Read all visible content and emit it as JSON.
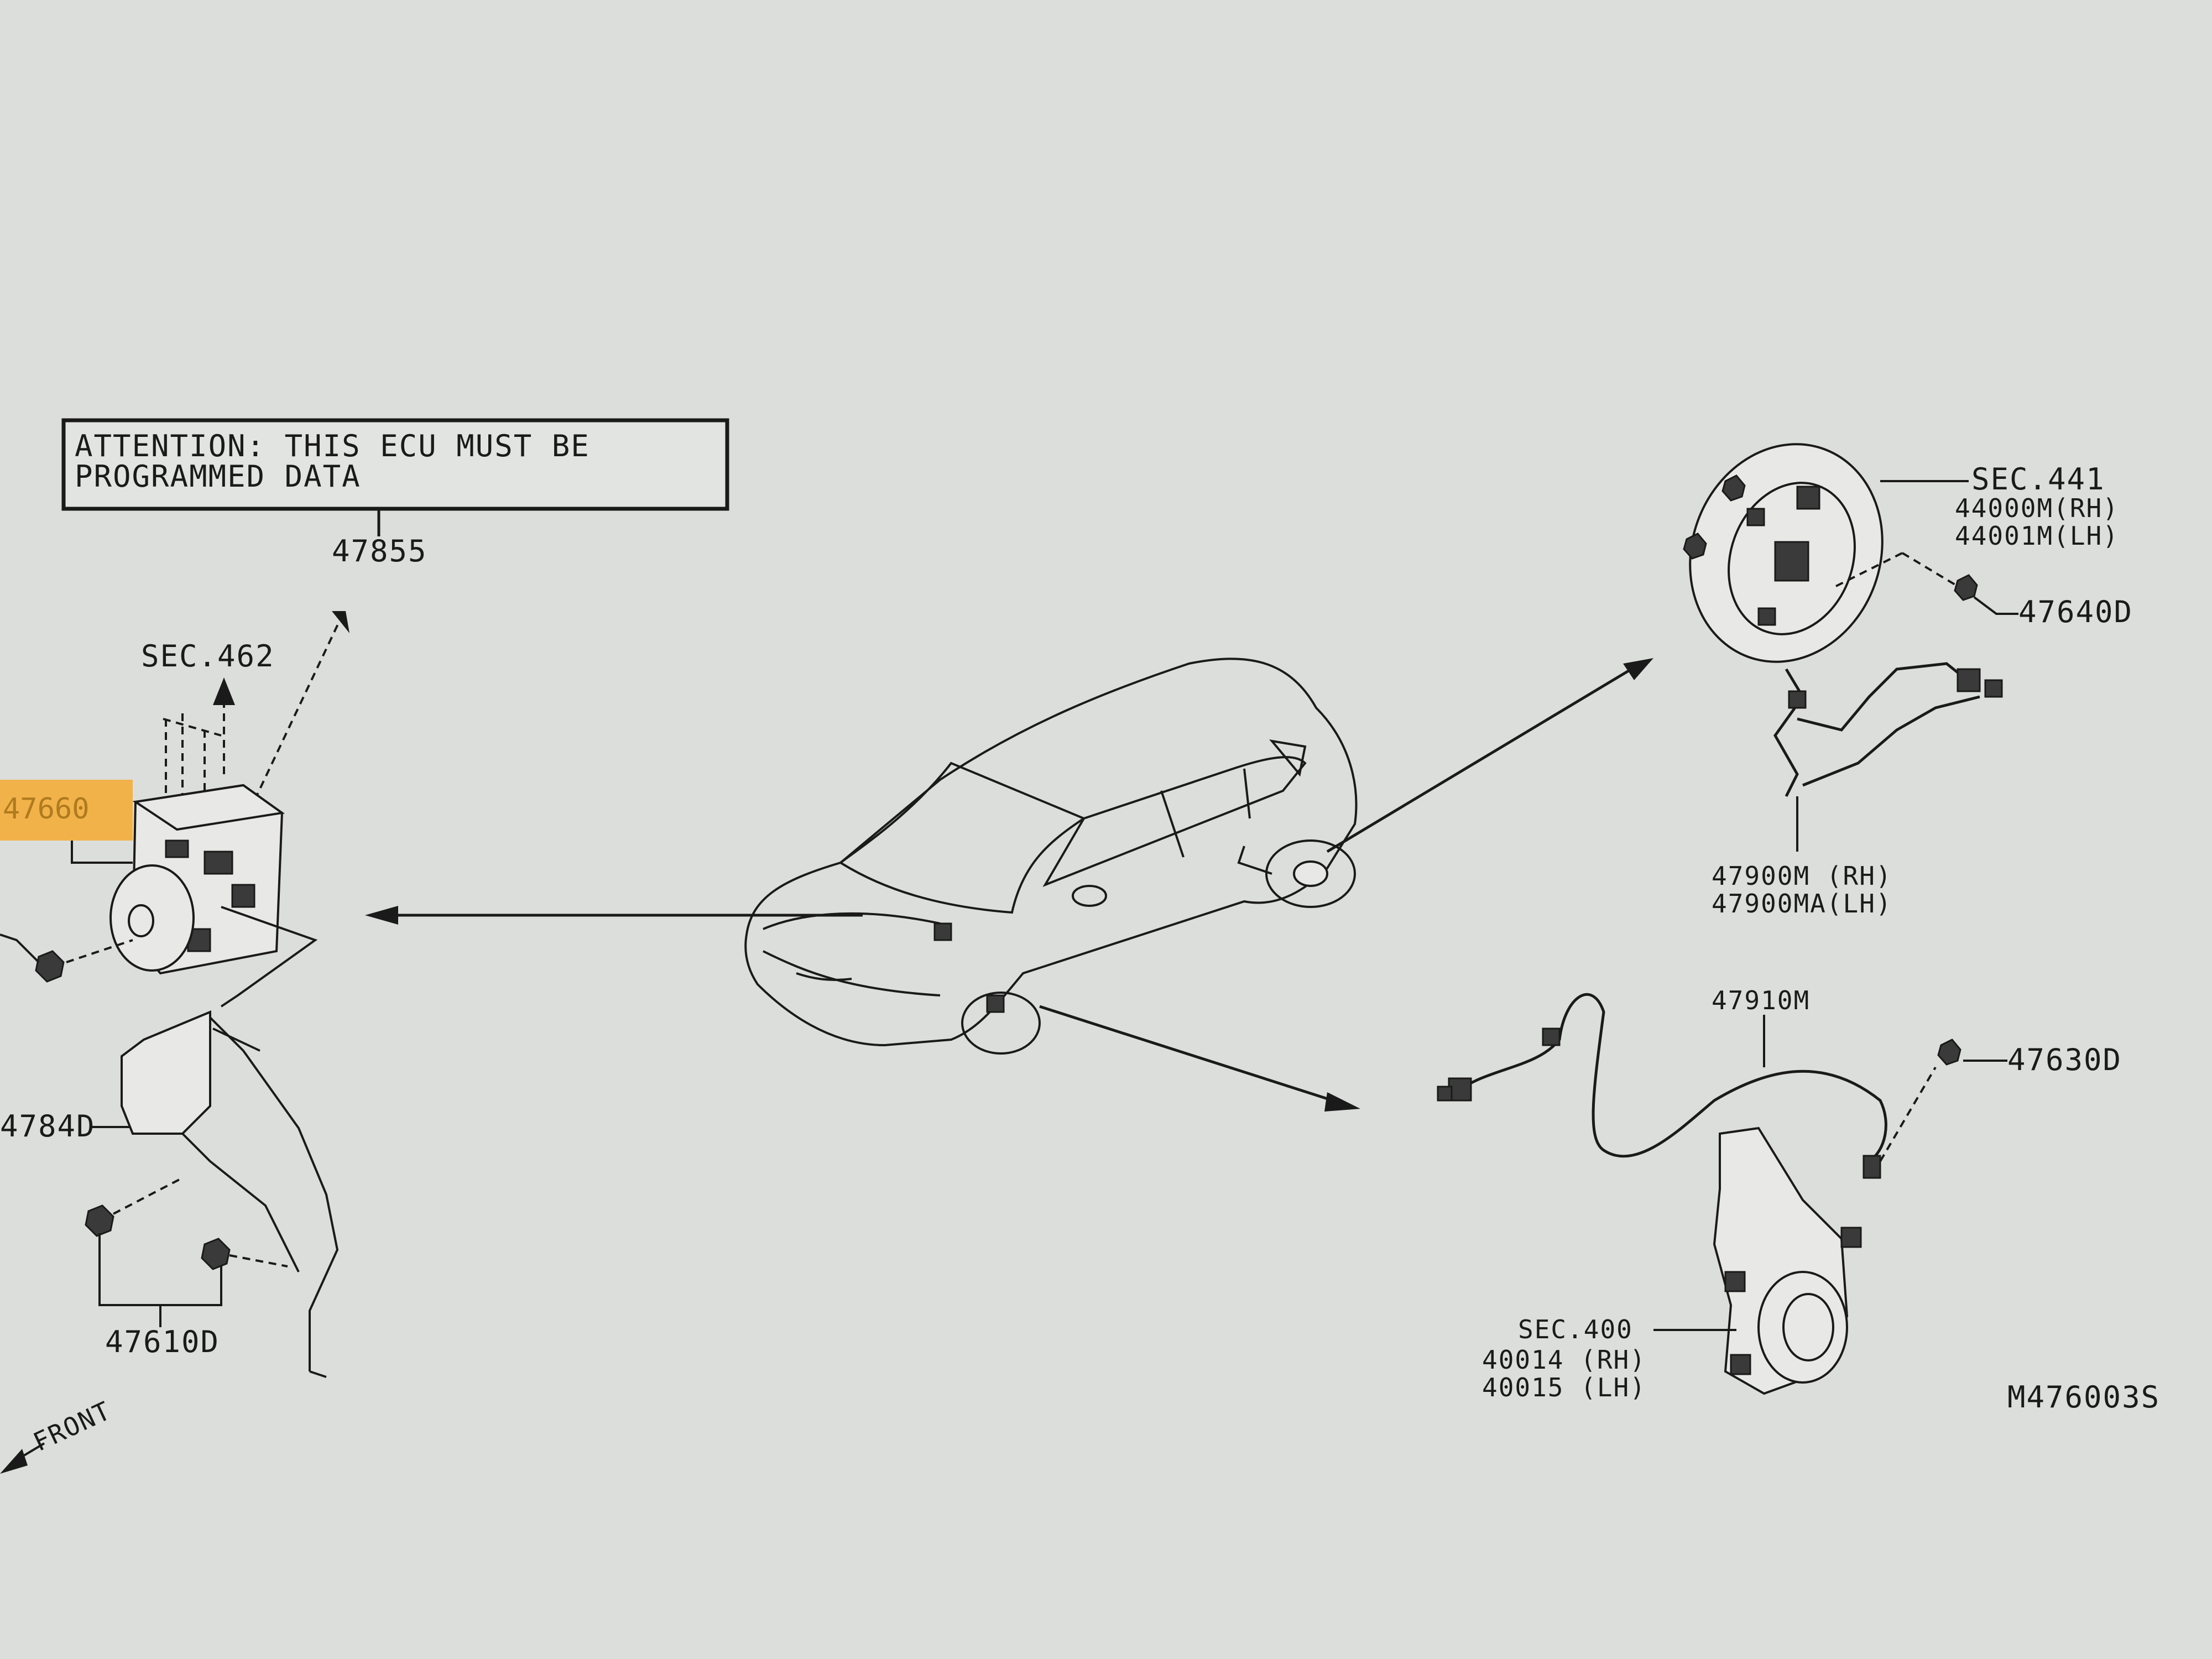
{
  "attention": {
    "line1": "ATTENTION: THIS ECU MUST BE",
    "line2": "PROGRAMMED DATA"
  },
  "labels": {
    "ecu_part": "47855",
    "sec462": "SEC.462",
    "actuator_highlight": "47660",
    "bracket": "4784D",
    "bolts": "47610D",
    "front": "FRONT",
    "rear_sec": "SEC.441",
    "rear_rh": "44000M(RH)",
    "rear_lh": "44001M(LH)",
    "rear_bolt": "47640D",
    "rear_sensor_rh": "47900M (RH)",
    "rear_sensor_lh": "47900MA(LH)",
    "front_sensor": "47910M",
    "front_bolt": "47630D",
    "knuckle_sec": "SEC.400",
    "knuckle_rh": "40014 (RH)",
    "knuckle_lh": "40015 (LH)",
    "drawing_no": "M476003S"
  },
  "colors": {
    "paper": "#dcdedb",
    "ink": "#1a1a1a",
    "highlight": "#f2b24a"
  }
}
